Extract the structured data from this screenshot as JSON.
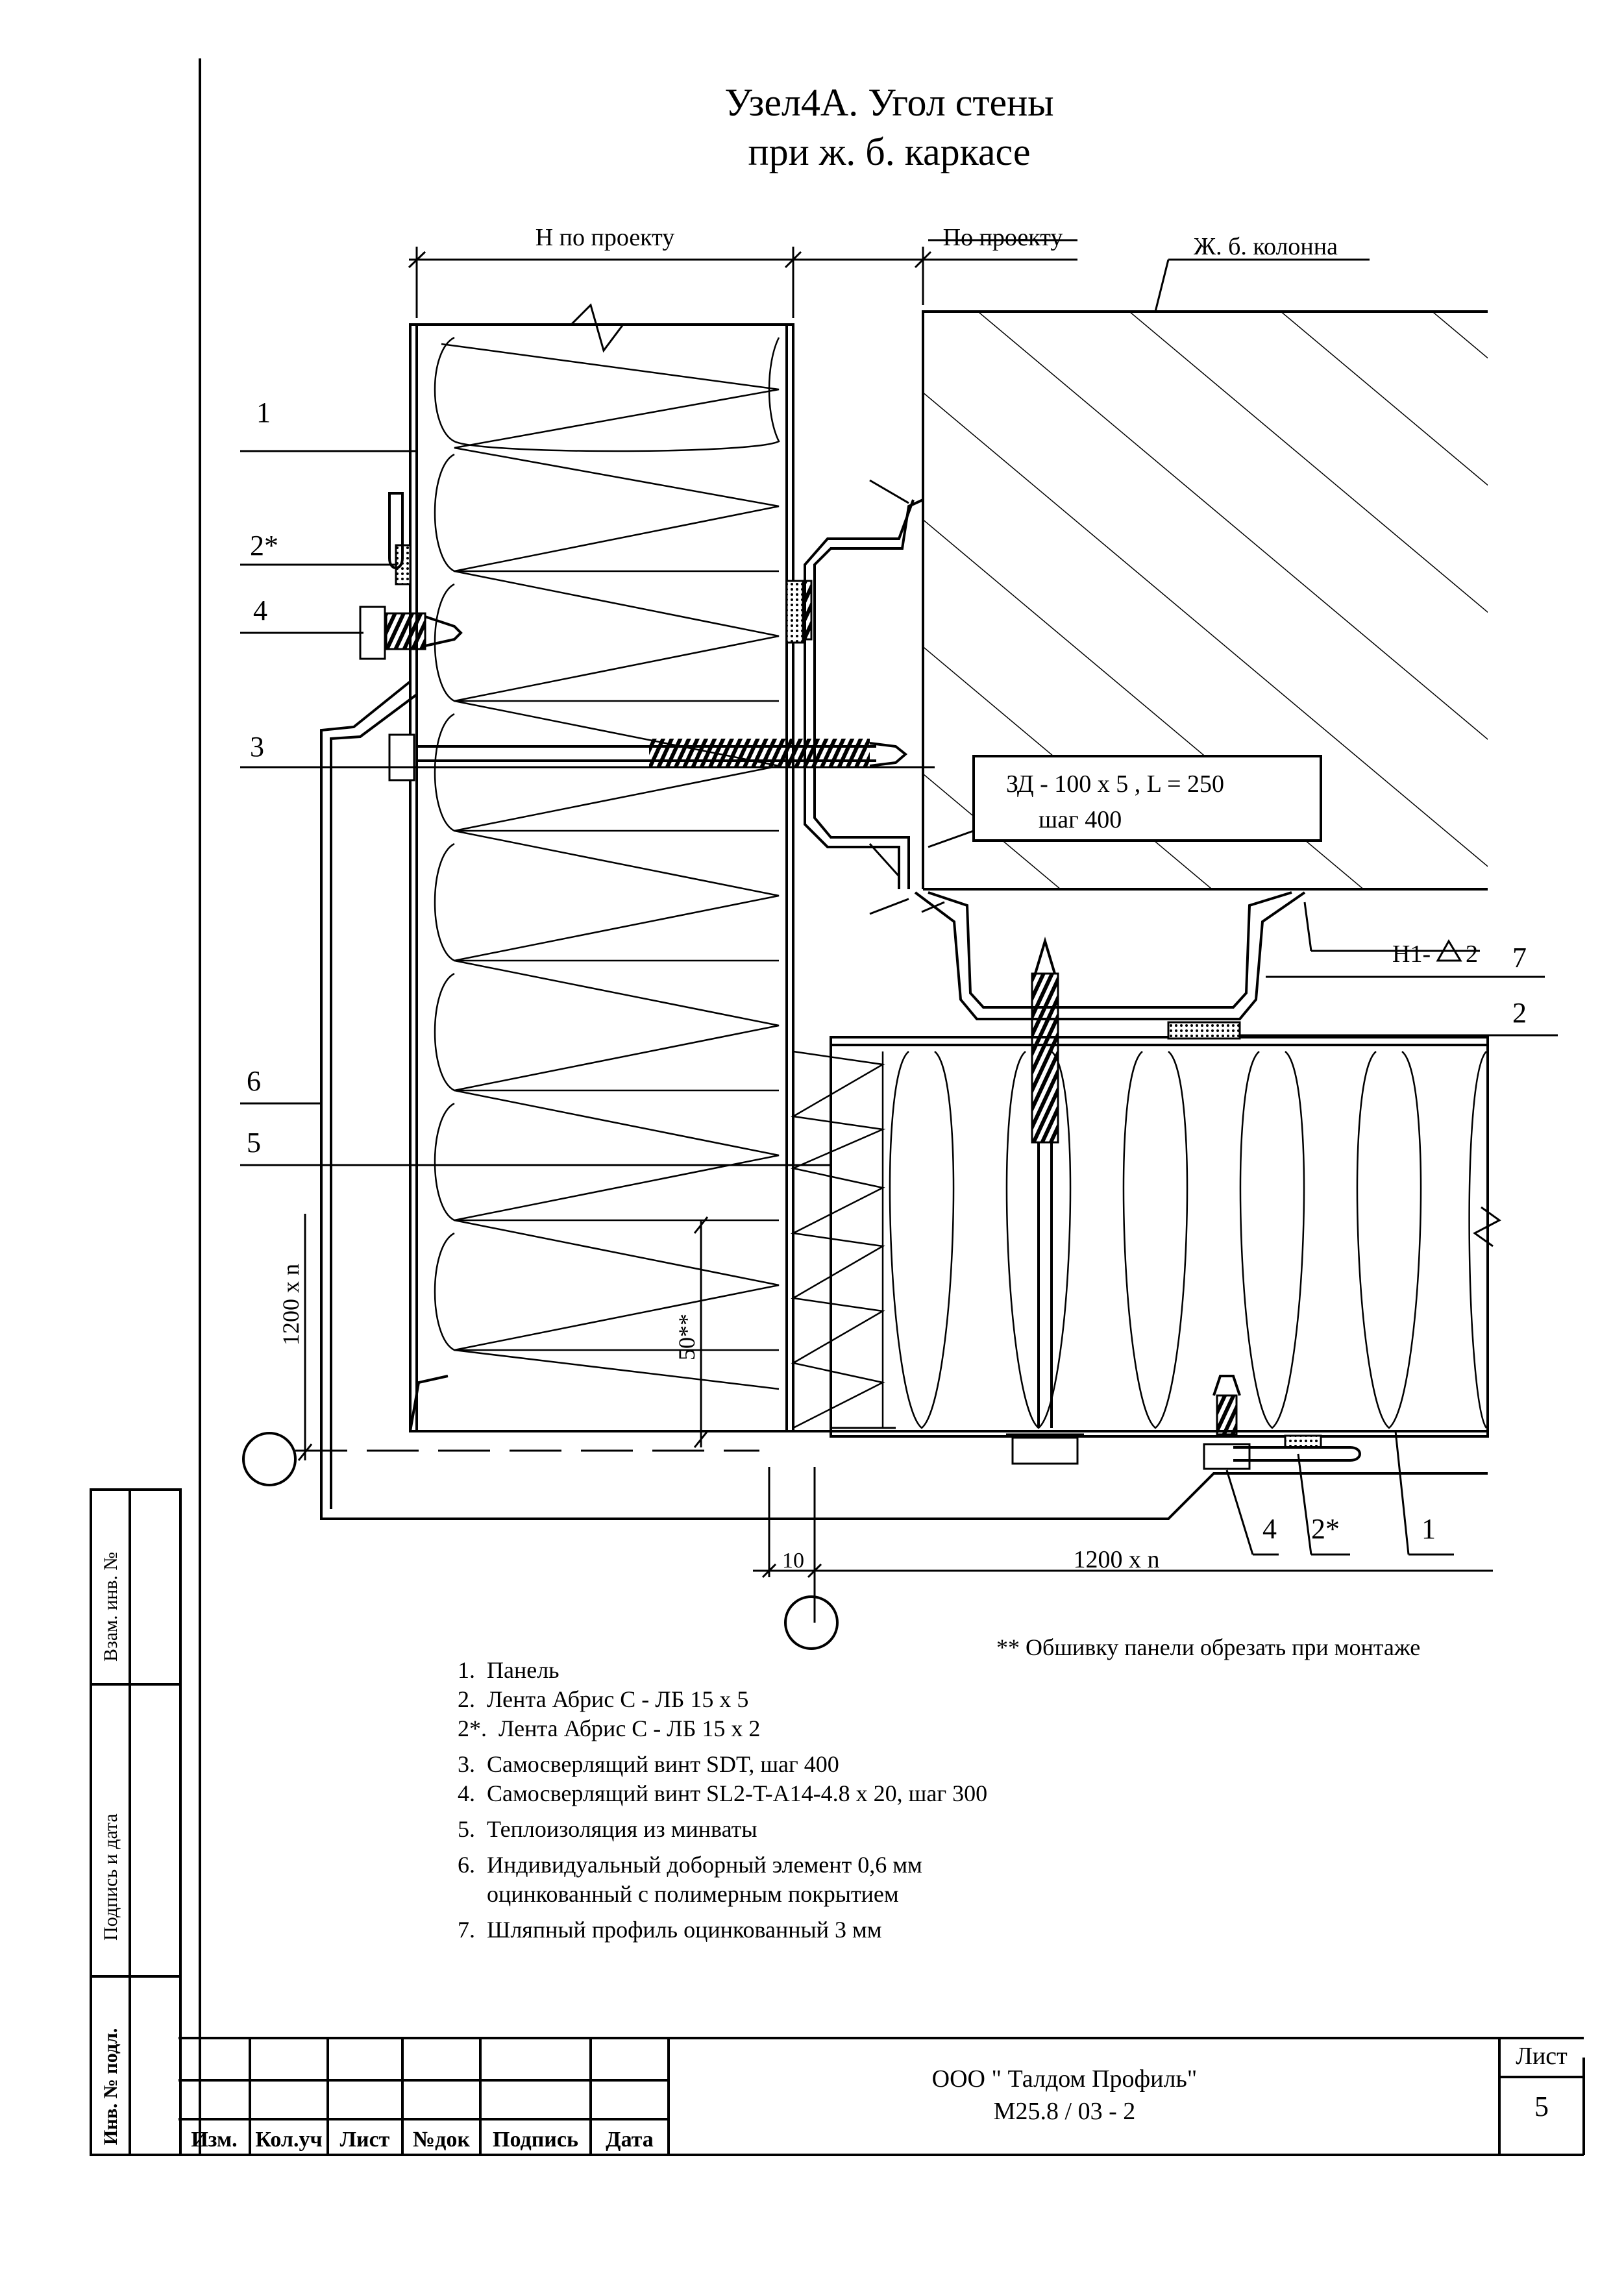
{
  "title": {
    "line1": "Узел4А. Угол стены",
    "line2": "при ж. б. каркасе"
  },
  "dimensions": {
    "h_project": "Н по проекту",
    "by_project": "По проекту",
    "column": "Ж. б. колонна",
    "span_bottom": "1200 х n",
    "span_left": "1200 х n",
    "gap": "10",
    "cut": "50**"
  },
  "callouts": {
    "c1": "1",
    "c2star": "2*",
    "c4": "4",
    "c3": "3",
    "c7": "7",
    "c2": "2",
    "c6": "6",
    "c5": "5",
    "b4": "4",
    "b2star": "2*",
    "b1": "1"
  },
  "embed_label": {
    "line1": "ЗД - 100 х 5 , L = 250",
    "line2": "шаг 400"
  },
  "weld_label": "Н1-",
  "weld_size": "2",
  "note": "** Обшивку панели обрезать при монтаже",
  "legend": [
    "1.  Панель",
    "2.  Лента Абрис С - ЛБ 15 х 5",
    "2*.  Лента Абрис С - ЛБ 15 х 2",
    "3.  Самосверлящий винт SDT, шаг 400",
    "4.  Самосверлящий винт SL2-T-A14-4.8 х 20, шаг 300",
    "5.  Теплоизоляция из минваты",
    "6.  Индивидуальный доборный элемент 0,6 мм",
    "     оцинкованный с полимерным покрытием",
    "7.  Шляпный профиль оцинкованный 3 мм"
  ],
  "side_stamp": {
    "s1": "Взам. инв. №",
    "s2": "Подпись и дата",
    "s3": "Инв. № подл."
  },
  "title_block": {
    "headers": [
      "Изм.",
      "Кол.уч",
      "Лист",
      "№док",
      "Подпись",
      "Дата"
    ],
    "company": "ООО \" Талдом  Профиль\"",
    "code": "М25.8 / 03 - 2",
    "sheet_label": "Лист",
    "sheet_no": "5"
  }
}
